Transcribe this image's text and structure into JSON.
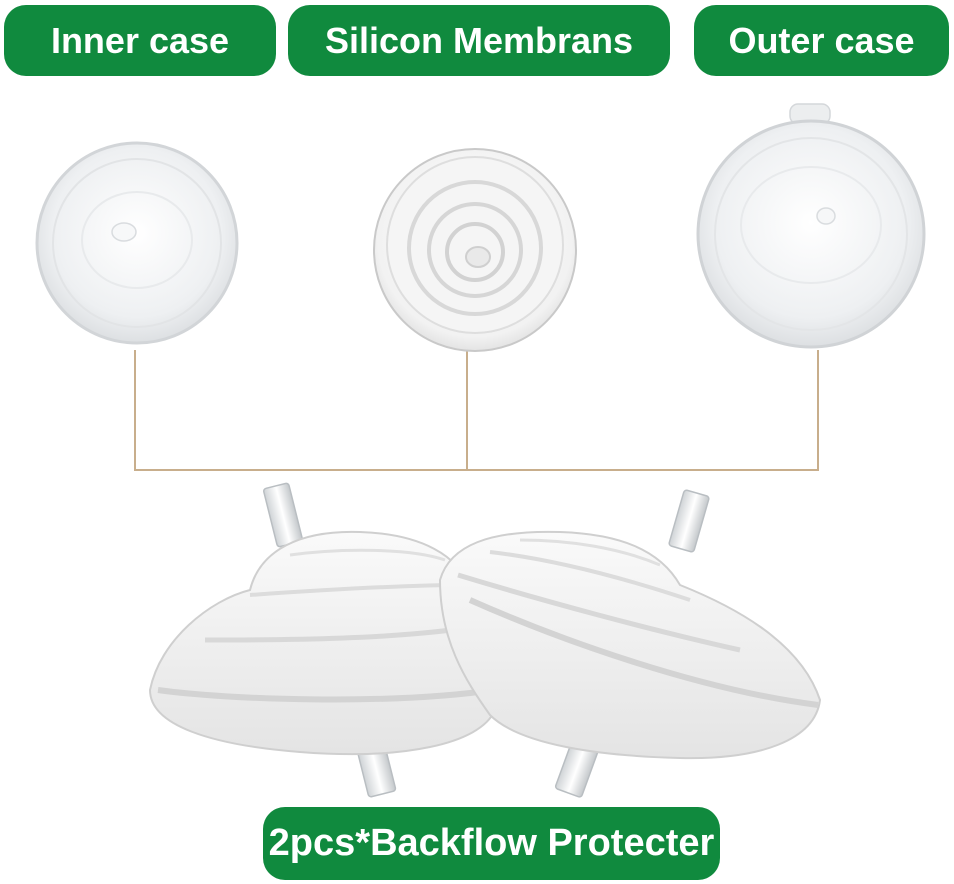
{
  "labels": {
    "inner_case": "Inner case",
    "silicon_membrane": "Silicon Membrans",
    "outer_case": "Outer case",
    "bottom": "2pcs*Backflow Protecter"
  },
  "colors": {
    "badge_green": "#108a3e",
    "badge_text": "#ffffff",
    "connector_line": "#c8ae8c",
    "background": "#ffffff"
  },
  "icons": {
    "inner_case": "inner-case-disc-icon",
    "membrane": "silicon-membrane-disc-icon",
    "outer_case": "outer-case-cap-icon",
    "protector_left": "backflow-protector-left-icon",
    "protector_right": "backflow-protector-right-icon"
  }
}
